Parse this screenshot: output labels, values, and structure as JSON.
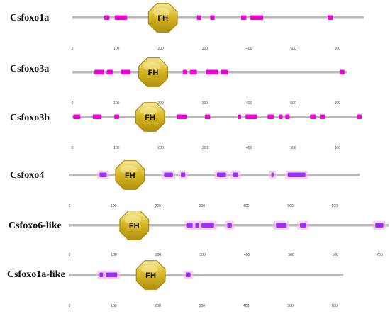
{
  "proteins": [
    {
      "name": "Csfoxo1a",
      "length": 660,
      "fh_label": "FH",
      "fh_center": 205,
      "ticks": [
        "0",
        "100",
        "200",
        "300",
        "400",
        "500",
        "600"
      ],
      "motif_color": "#f000d8",
      "motifs": [
        [
          72,
          84
        ],
        [
          96,
          124
        ],
        [
          282,
          292
        ],
        [
          312,
          322
        ],
        [
          382,
          394
        ],
        [
          402,
          432
        ],
        [
          578,
          590
        ]
      ]
    },
    {
      "name": "Csfoxo3a",
      "length": 622,
      "fh_label": "FH",
      "fh_center": 183,
      "ticks": [
        "0",
        "100",
        "200",
        "300",
        "400",
        "500",
        "600"
      ],
      "motif_color": "#f000d8",
      "motifs": [
        [
          50,
          72
        ],
        [
          78,
          92
        ],
        [
          110,
          132
        ],
        [
          250,
          260
        ],
        [
          266,
          282
        ],
        [
          302,
          330
        ],
        [
          336,
          352
        ],
        [
          606,
          616
        ]
      ]
    },
    {
      "name": "Csfoxo3b",
      "length": 656,
      "fh_label": "FH",
      "fh_center": 176,
      "ticks": [
        "0",
        "100",
        "200",
        "300",
        "400",
        "500",
        "600"
      ],
      "motif_color": "#f000d8",
      "motifs": [
        [
          2,
          18
        ],
        [
          46,
          66
        ],
        [
          95,
          106
        ],
        [
          236,
          260
        ],
        [
          300,
          312
        ],
        [
          374,
          382
        ],
        [
          392,
          418
        ],
        [
          442,
          456
        ],
        [
          468,
          476
        ],
        [
          482,
          492
        ],
        [
          538,
          552
        ],
        [
          560,
          572
        ],
        [
          645,
          655
        ]
      ]
    },
    {
      "name": "Csfoxo4",
      "length": 657,
      "fh_label": "FH",
      "fh_center": 137,
      "ticks": [
        "0",
        "100",
        "200",
        "300",
        "400",
        "500",
        "600"
      ],
      "motif_color": "#9b30ff",
      "motifs": [
        [
          68,
          84
        ],
        [
          214,
          234
        ],
        [
          252,
          262
        ],
        [
          334,
          354
        ],
        [
          370,
          382
        ],
        [
          457,
          462
        ],
        [
          494,
          534
        ]
      ]
    },
    {
      "name": "Csfoxo6-like",
      "length": 720,
      "fh_label": "FH",
      "fh_center": 146,
      "ticks": [
        "0",
        "100",
        "200",
        "300",
        "400",
        "500",
        "600",
        "700"
      ],
      "motif_color": "#9b30ff",
      "motifs": [
        [
          265,
          278
        ],
        [
          284,
          292
        ],
        [
          298,
          326
        ],
        [
          356,
          366
        ],
        [
          466,
          490
        ],
        [
          520,
          534
        ],
        [
          690,
          708
        ]
      ]
    },
    {
      "name": "Csfoxo1a-like",
      "length": 620,
      "fh_label": "FH",
      "fh_center": 184,
      "ticks": [
        "0",
        "100",
        "200",
        "300",
        "400",
        "500",
        "600"
      ],
      "motif_color": "#9b30ff",
      "motifs": [
        [
          68,
          76
        ],
        [
          82,
          108
        ],
        [
          264,
          274
        ]
      ]
    }
  ],
  "colors": {
    "backbone": "#b8b8b8",
    "fh_fill": "#d4b216",
    "fh_stroke": "#a88a10",
    "fh_highlight": "#fff5b0",
    "glow_magenta": "#ffb8f0",
    "glow_purple": "#f2b8e6"
  }
}
